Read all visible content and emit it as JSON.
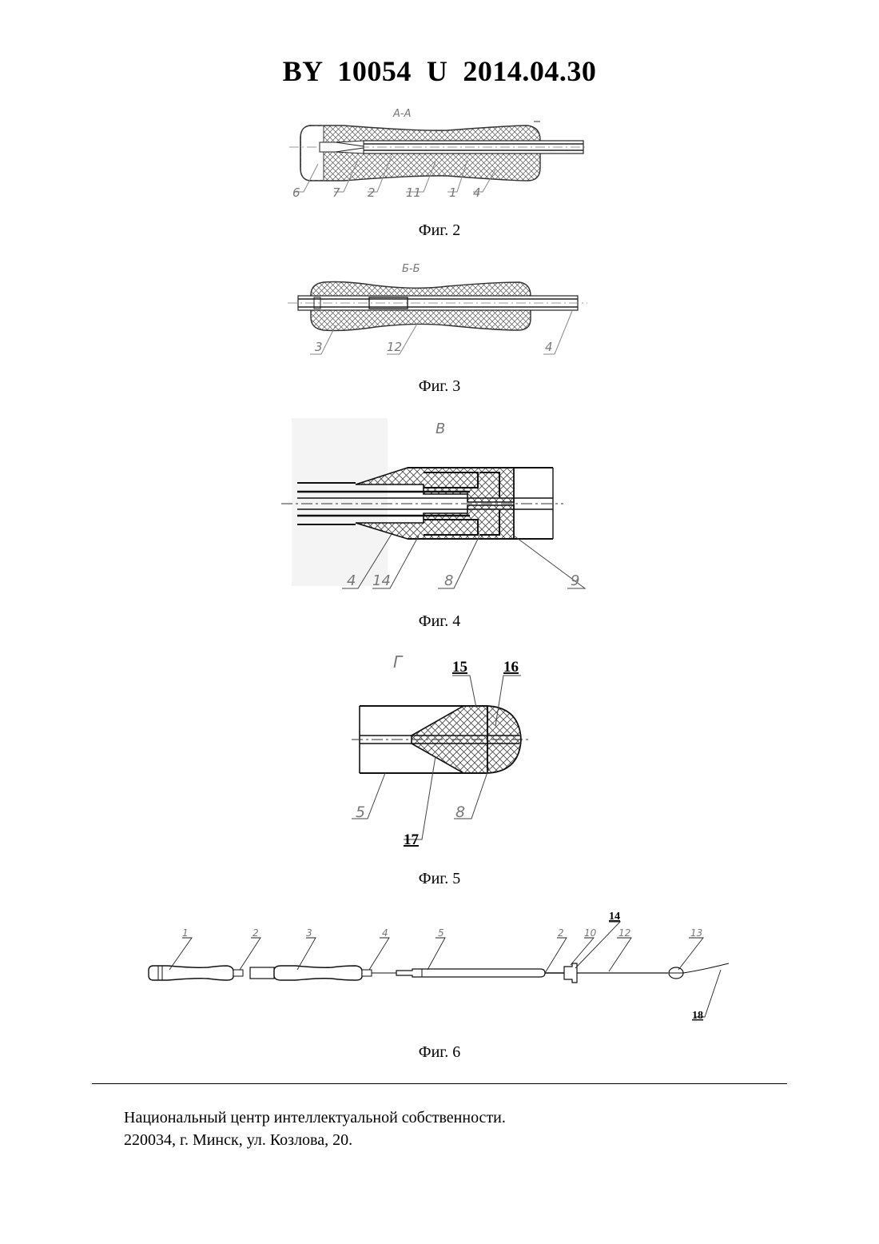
{
  "header": {
    "title": "BY  10054  U  2014.04.30"
  },
  "figures": [
    {
      "caption": "Фиг. 2",
      "section": "А-А",
      "labels": [
        "6",
        "7",
        "2",
        "11",
        "1",
        "4"
      ]
    },
    {
      "caption": "Фиг. 3",
      "section": "Б-Б",
      "labels": [
        "3",
        "12",
        "4"
      ]
    },
    {
      "caption": "Фиг. 4",
      "section": "В",
      "labels": [
        "4",
        "14",
        "8",
        "9"
      ]
    },
    {
      "caption": "Фиг. 5",
      "section": "Г",
      "labels": [
        "15",
        "16",
        "5",
        "8",
        "17"
      ]
    },
    {
      "caption": "Фиг. 6",
      "labels": [
        "1",
        "2",
        "3",
        "4",
        "5",
        "2",
        "10",
        "14",
        "12",
        "13",
        "18"
      ]
    }
  ],
  "footer": {
    "line1": "Национальный центр интеллектуальной собственности.",
    "line2": "220034, г. Минск, ул. Козлова, 20."
  }
}
